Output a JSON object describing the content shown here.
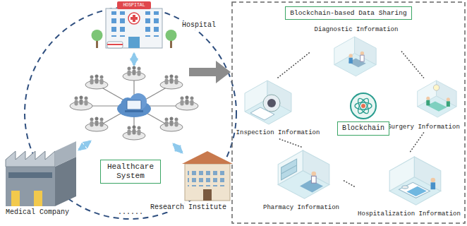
{
  "diagram": {
    "nodes": [
      {
        "text": [
          "Healthcare System"
        ]
      },
      {
        "text": [
          "Hospital"
        ]
      },
      {
        "text": [
          "Medical Company"
        ]
      },
      {
        "text": [
          "Research Institute"
        ]
      },
      {
        "text": [
          "Blockchain-based Data Sharing"
        ]
      },
      {
        "text": [
          "Diagnostic Information"
        ]
      },
      {
        "text": [
          "Surgery Information"
        ]
      },
      {
        "text": [
          "Hospitalization Information"
        ]
      },
      {
        "text": [
          "Pharmacy Information"
        ]
      },
      {
        "text": [
          "Inspection Information"
        ]
      },
      {
        "text": [
          "Blockchain"
        ]
      }
    ],
    "edges": [
      {
        "from": 5,
        "to": 6,
        "arrow": "none"
      },
      {
        "from": 6,
        "to": 7,
        "arrow": "none"
      },
      {
        "from": 7,
        "to": 8,
        "arrow": "none"
      },
      {
        "from": 8,
        "to": 9,
        "arrow": "none"
      },
      {
        "from": 9,
        "to": 5,
        "arrow": "none"
      }
    ],
    "labels": [
      "HOSPITAL",
      "......"
    ]
  }
}
